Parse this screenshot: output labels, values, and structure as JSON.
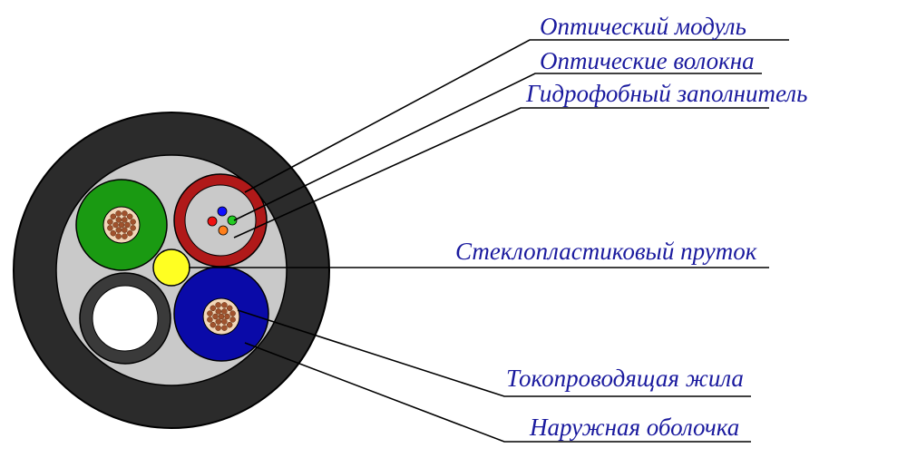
{
  "labels": {
    "optical_module": "Оптический модуль",
    "optical_fibers": "Оптические волокна",
    "hydrophobic_filler": "Гидрофобный заполнитель",
    "fiberglass_rod": "Стеклопластиковый пруток",
    "conductor": "Токопроводящая жила",
    "outer_sheath": "Наружная оболочка"
  },
  "colors": {
    "outer_sheath": "#2b2b2b",
    "inner_filler": "#c9c9c9",
    "optical_tube": "#b01919",
    "green_conductor_insulation": "#1a9a12",
    "blue_conductor_insulation": "#0a0aa8",
    "dark_element": "#3a3a3a",
    "white_element": "#ffffff",
    "fiberglass_rod": "#ffff22",
    "copper_wire": "#a0522d",
    "copper_core_bg": "#f2d6b8",
    "fiber_blue": "#1010ff",
    "fiber_green": "#22cc22",
    "fiber_red": "#ee1111",
    "fiber_orange": "#ff7f1a",
    "label_text": "#1a1a9e",
    "leader_line": "#000000"
  }
}
